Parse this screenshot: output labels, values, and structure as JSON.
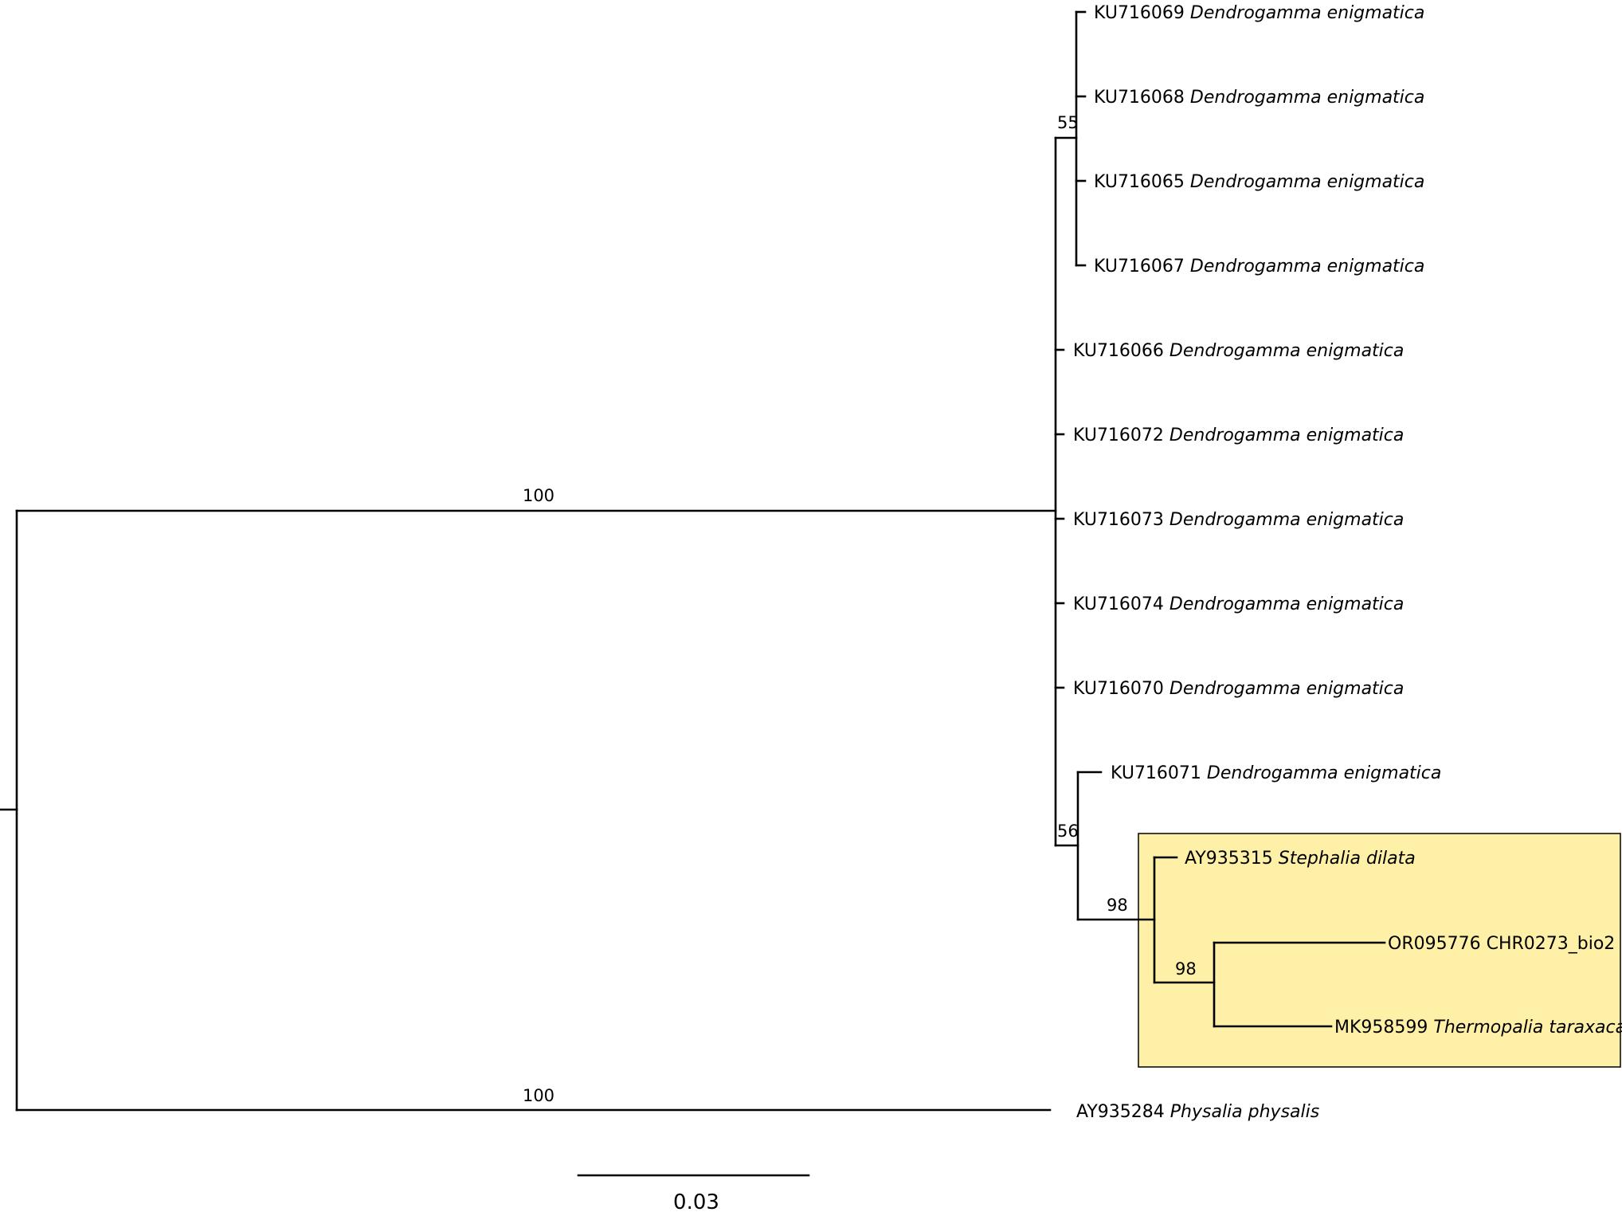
{
  "highlight_color": "#FEF0A6",
  "taxa": {
    "ku716069": {
      "accession": "KU716069",
      "species": "Dendrogamma enigmatica"
    },
    "ku716068": {
      "accession": "KU716068",
      "species": "Dendrogamma enigmatica"
    },
    "ku716065": {
      "accession": "KU716065",
      "species": "Dendrogamma enigmatica"
    },
    "ku716067": {
      "accession": "KU716067",
      "species": "Dendrogamma enigmatica"
    },
    "ku716066": {
      "accession": "KU716066",
      "species": "Dendrogamma enigmatica"
    },
    "ku716072": {
      "accession": "KU716072",
      "species": "Dendrogamma enigmatica"
    },
    "ku716073": {
      "accession": "KU716073",
      "species": "Dendrogamma enigmatica"
    },
    "ku716074": {
      "accession": "KU716074",
      "species": "Dendrogamma enigmatica"
    },
    "ku716070": {
      "accession": "KU716070",
      "species": "Dendrogamma enigmatica"
    },
    "ku716071": {
      "accession": "KU716071",
      "species": "Dendrogamma enigmatica"
    },
    "ay935315": {
      "accession": "AY935315",
      "species": "Stephalia dilata"
    },
    "or095776": {
      "accession": "OR095776 CHR0273_bio2",
      "species": ""
    },
    "mk958599": {
      "accession": "MK958599",
      "species": "Thermopalia taraxaca"
    },
    "ay935284": {
      "accession": "AY935284",
      "species": "Physalia physalis"
    }
  },
  "support": {
    "dendrogamma_clade": "100",
    "physalia_branch": "100",
    "top_subclade": "55",
    "ku716071_clade": "56",
    "highlight_clade": "98",
    "or_mk_clade": "98"
  },
  "scale_bar": {
    "label": "0.03"
  }
}
